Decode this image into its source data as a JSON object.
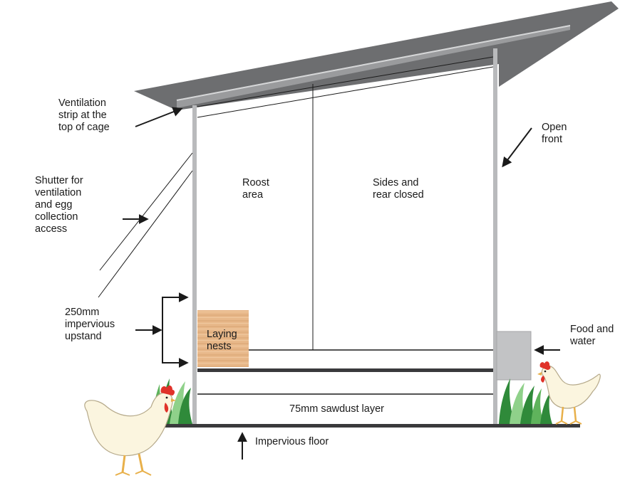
{
  "labels": {
    "ventilation_strip": [
      "Ventilation",
      "strip at the",
      "top of cage"
    ],
    "shutter": [
      "Shutter for",
      "ventilation",
      "and egg",
      "collection",
      "access"
    ],
    "upstand": [
      "250mm",
      "impervious",
      "upstand"
    ],
    "roost_area": [
      "Roost",
      "area"
    ],
    "sides_rear": [
      "Sides and",
      "rear closed"
    ],
    "open_front": [
      "Open",
      "front"
    ],
    "laying_nests": [
      "Laying",
      "nests"
    ],
    "food_water": [
      "Food and",
      "water"
    ],
    "sawdust": [
      "75mm sawdust layer"
    ],
    "floor": [
      "Impervious floor"
    ]
  },
  "colors": {
    "roof": "#6d6e70",
    "roof_edge": "#4d4e50",
    "post": "#b9babc",
    "wood": "#e8b88a",
    "wood_grain": "#cf9766",
    "feeder": "#c2c3c5",
    "grass_dark": "#2f8a3a",
    "grass_light": "#8fd18a",
    "hen_body": "#fbf5df",
    "hen_outline": "#b5a98a",
    "comb": "#e0322a",
    "leg": "#e8b04a",
    "line": "#1a1a1a"
  },
  "icons": [
    "arrow-icon",
    "hen-icon",
    "grass-icon"
  ]
}
